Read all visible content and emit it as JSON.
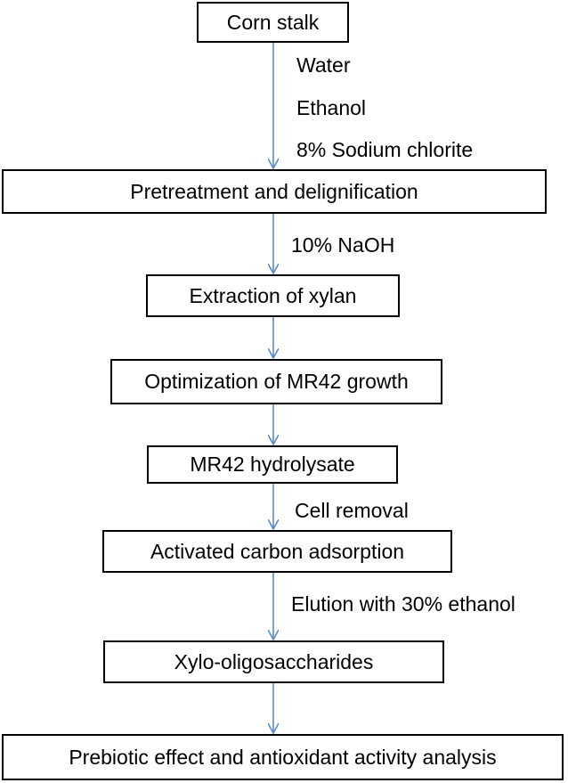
{
  "diagram": {
    "steps": [
      "Corn stalk",
      "Pretreatment and delignification",
      "Extraction of xylan",
      "Optimization of MR42 growth",
      "MR42 hydrolysate",
      "Activated carbon  adsorption",
      "Xylo-oligosaccharides",
      "Prebiotic effect and antioxidant activity analysis"
    ],
    "arrow_labels": {
      "water": "Water",
      "ethanol": "Ethanol",
      "sodium_chlorite": "8% Sodium chlorite",
      "naoh": "10% NaOH",
      "cell_removal": "Cell removal",
      "elution": "Elution with 30% ethanol"
    },
    "colors": {
      "arrow": "#5b8ac6",
      "border": "#000000",
      "text": "#000000"
    }
  }
}
